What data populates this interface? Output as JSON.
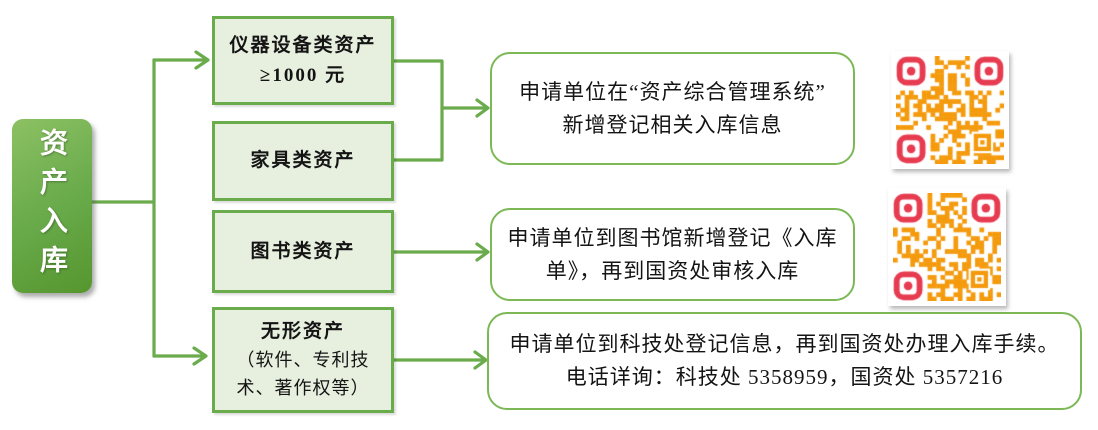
{
  "colors": {
    "accent_green": "#6aab4c",
    "box_border_green": "#6aab4c",
    "box_fill_green": "#e7f0df",
    "proc_border_green": "#7cb956",
    "root_green_light": "#8cc163",
    "root_green_dark": "#55962e",
    "qr_module_orange": "#f49a0c",
    "qr_finder_red": "#e73b50",
    "text_dark": "#141414"
  },
  "root_node": {
    "label": "资产入库"
  },
  "categories": [
    {
      "lines": [
        "仪器设备类资产",
        "≥1000 元"
      ]
    },
    {
      "lines": [
        "家具类资产"
      ]
    },
    {
      "lines": [
        "图书类资产"
      ]
    },
    {
      "lines": [
        "无形资产",
        "（软件、专利技",
        "术、著作权等）"
      ]
    }
  ],
  "procedures": [
    {
      "lines": [
        "申请单位在“资产综合管理系统”",
        "新增登记相关入库信息"
      ]
    },
    {
      "lines": [
        "申请单位到图书馆新增登记《入库",
        "单》，再到国资处审核入库"
      ]
    },
    {
      "lines": [
        "申请单位到科技处登记信息，再到国资处办理入库手续。",
        "电话详询：科技处 5358959，国资处 5357216"
      ]
    }
  ],
  "qr_codes": [
    {
      "name": "qr-code-1"
    },
    {
      "name": "qr-code-2"
    }
  ],
  "edges": [
    {
      "from": "资产入库",
      "to": "仪器设备类资产"
    },
    {
      "from": "资产入库",
      "to": "家具类资产"
    },
    {
      "from": "资产入库",
      "to": "图书类资产"
    },
    {
      "from": "资产入库",
      "to": "无形资产"
    },
    {
      "from": "仪器设备类资产 + 家具类资产",
      "to": "procedure-1"
    },
    {
      "from": "图书类资产",
      "to": "procedure-2"
    },
    {
      "from": "无形资产",
      "to": "procedure-3"
    }
  ]
}
